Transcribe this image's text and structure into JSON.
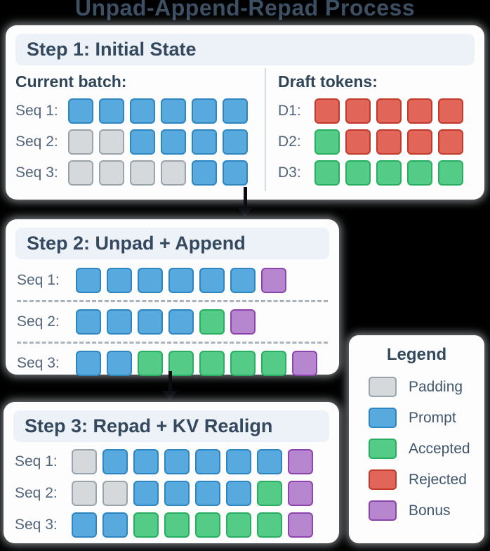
{
  "title": "Unpad-Append-Repad Process",
  "token_colors": {
    "padding": {
      "fill": "#d6d9dc",
      "border": "#9aa4ab"
    },
    "prompt": {
      "fill": "#57a9de",
      "border": "#2e86c1"
    },
    "accepted": {
      "fill": "#54cc87",
      "border": "#27ae60"
    },
    "rejected": {
      "fill": "#e2655a",
      "border": "#c0392b"
    },
    "bonus": {
      "fill": "#b687cf",
      "border": "#8e44ad"
    }
  },
  "steps": [
    {
      "title": "Step 1: Initial State",
      "left_heading": "Current batch:",
      "right_heading": "Draft tokens:",
      "left_rows": [
        {
          "label": "Seq 1:",
          "tokens": [
            "prompt",
            "prompt",
            "prompt",
            "prompt",
            "prompt",
            "prompt"
          ]
        },
        {
          "label": "Seq 2:",
          "tokens": [
            "padding",
            "padding",
            "prompt",
            "prompt",
            "prompt",
            "prompt"
          ]
        },
        {
          "label": "Seq 3:",
          "tokens": [
            "padding",
            "padding",
            "padding",
            "padding",
            "prompt",
            "prompt"
          ]
        }
      ],
      "right_rows": [
        {
          "label": "D1:",
          "tokens": [
            "rejected",
            "rejected",
            "rejected",
            "rejected",
            "rejected"
          ]
        },
        {
          "label": "D2:",
          "tokens": [
            "accepted",
            "rejected",
            "rejected",
            "rejected",
            "rejected"
          ]
        },
        {
          "label": "D3:",
          "tokens": [
            "accepted",
            "accepted",
            "accepted",
            "accepted",
            "accepted"
          ]
        }
      ]
    },
    {
      "title": "Step 2: Unpad + Append",
      "rows": [
        {
          "label": "Seq 1:",
          "tokens": [
            "prompt",
            "prompt",
            "prompt",
            "prompt",
            "prompt",
            "prompt",
            "bonus"
          ]
        },
        {
          "label": "Seq 2:",
          "tokens": [
            "prompt",
            "prompt",
            "prompt",
            "prompt",
            "accepted",
            "bonus"
          ]
        },
        {
          "label": "Seq 3:",
          "tokens": [
            "prompt",
            "prompt",
            "accepted",
            "accepted",
            "accepted",
            "accepted",
            "accepted",
            "bonus"
          ]
        }
      ]
    },
    {
      "title": "Step 3: Repad + KV Realign",
      "rows": [
        {
          "label": "Seq 1:",
          "tokens": [
            "padding",
            "prompt",
            "prompt",
            "prompt",
            "prompt",
            "prompt",
            "prompt",
            "bonus"
          ]
        },
        {
          "label": "Seq 2:",
          "tokens": [
            "padding",
            "padding",
            "prompt",
            "prompt",
            "prompt",
            "prompt",
            "accepted",
            "bonus"
          ]
        },
        {
          "label": "Seq 3:",
          "tokens": [
            "prompt",
            "prompt",
            "accepted",
            "accepted",
            "accepted",
            "accepted",
            "accepted",
            "bonus"
          ]
        }
      ]
    }
  ],
  "legend": {
    "title": "Legend",
    "items": [
      {
        "label": "Padding",
        "type": "padding"
      },
      {
        "label": "Prompt",
        "type": "prompt"
      },
      {
        "label": "Accepted",
        "type": "accepted"
      },
      {
        "label": "Rejected",
        "type": "rejected"
      },
      {
        "label": "Bonus",
        "type": "bonus"
      }
    ]
  }
}
